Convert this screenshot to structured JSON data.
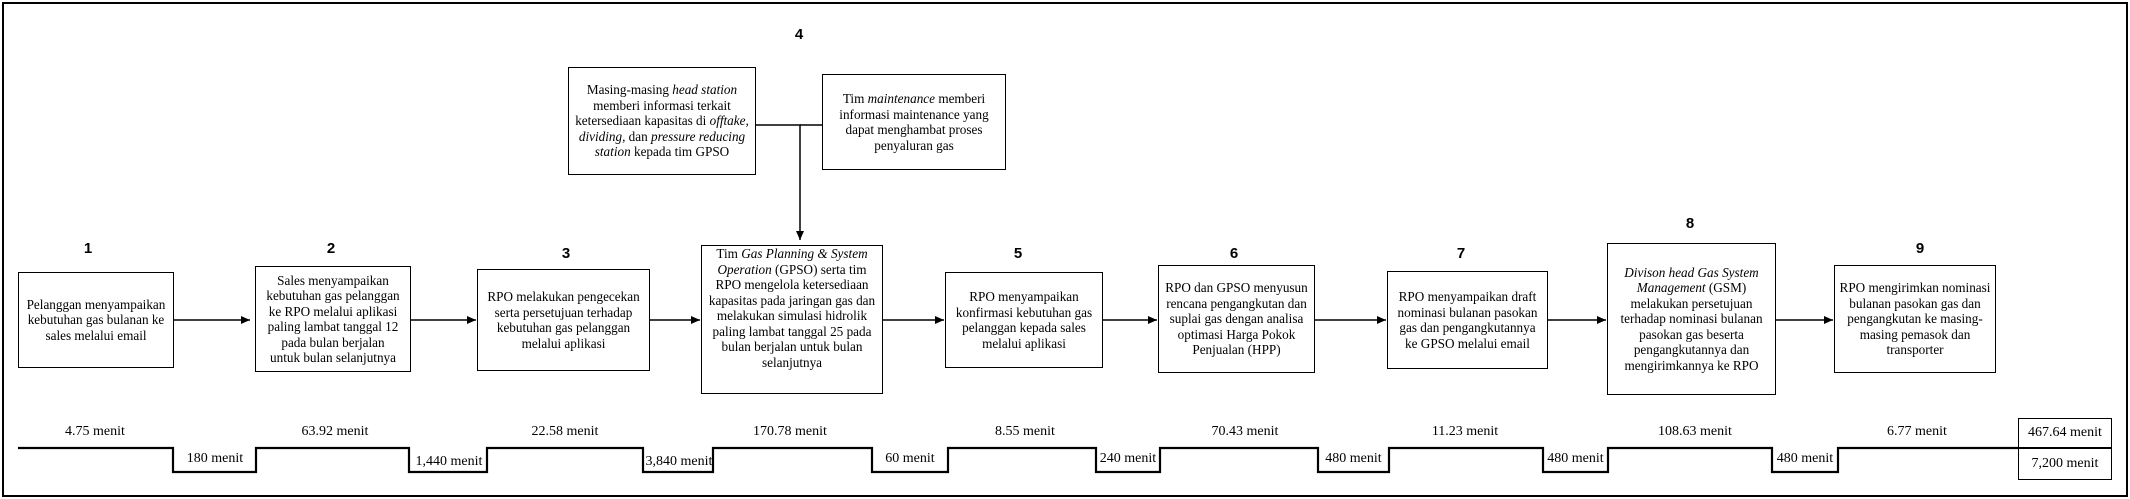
{
  "steps": [
    {
      "num": "1",
      "text": "Pelanggan menyampaikan kebutuhan gas bulanan ke sales melalui email"
    },
    {
      "num": "2",
      "text": "Sales menyampaikan kebutuhan gas pelanggan ke RPO melalui aplikasi paling lambat tanggal 12 pada bulan berjalan untuk bulan selanjutnya"
    },
    {
      "num": "3",
      "text": "RPO melakukan pengecekan serta persetujuan terhadap kebutuhan gas pelanggan melalui aplikasi"
    },
    {
      "num": "4",
      "text_a": "Tim ",
      "text_italic": "Gas Planning & System Operation",
      "text_b": " (GPSO) serta tim RPO mengelola ketersediaan kapasitas pada jaringan gas dan melakukan simulasi hidrolik paling lambat tanggal 25 pada bulan berjalan untuk bulan selanjutnya"
    },
    {
      "num": "5",
      "text": "RPO menyampaikan konfirmasi kebutuhan gas pelanggan kepada sales melalui aplikasi"
    },
    {
      "num": "6",
      "text": "RPO dan GPSO menyusun rencana pengangkutan dan suplai gas  dengan analisa optimasi Harga Pokok Penjualan (HPP)"
    },
    {
      "num": "7",
      "text": "RPO menyampaikan draft nominasi bulanan pasokan gas dan pengangkutannya ke GPSO melalui email"
    },
    {
      "num": "8",
      "text_italic": "Divison head Gas System Management",
      "text_b": " (GSM) melakukan persetujuan terhadap nominasi bulanan pasokan gas beserta pengangkutannya  dan mengirimkannya ke RPO"
    },
    {
      "num": "9",
      "text": "RPO mengirimkan nominasi bulanan pasokan gas dan pengangkutan ke masing-masing pemasok dan transporter"
    }
  ],
  "info_boxes": {
    "head_station": {
      "p1": "Masing-masing ",
      "i1": "head station",
      "p2": " memberi informasi terkait ketersediaan kapasitas di ",
      "i2": "offtake, dividing,",
      "p3": " dan ",
      "i3": "pressure reducing station",
      "p4": " kepada tim GPSO"
    },
    "maintenance": {
      "p1": "Tim ",
      "i1": "maintenance",
      "p2": " memberi informasi maintenance yang dapat menghambat proses penyaluran gas"
    }
  },
  "timeline": {
    "process_times": [
      "4.75 menit",
      "63.92 menit",
      "22.58 menit",
      "170.78 menit",
      "8.55 menit",
      "70.43 menit",
      "11.23 menit",
      "108.63 menit",
      "6.77 menit"
    ],
    "wait_times": [
      "180 menit",
      "1,440 menit",
      "3,840 menit",
      "60 menit",
      "240 menit",
      "480 menit",
      "480 menit",
      "480 menit"
    ],
    "total_process": "467.64 menit",
    "total_wait": "7,200 menit"
  }
}
